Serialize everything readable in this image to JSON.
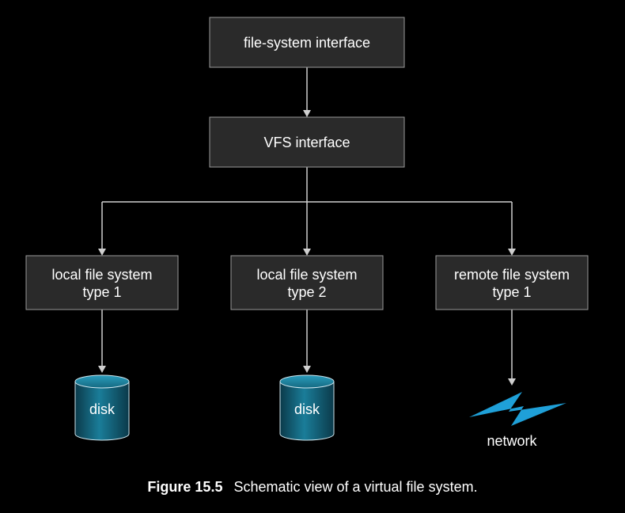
{
  "boxes": {
    "fs_interface": {
      "lines": [
        "file-system interface"
      ]
    },
    "vfs_interface": {
      "lines": [
        "VFS interface"
      ]
    },
    "local_fs_1": {
      "lines": [
        "local file system",
        "type 1"
      ]
    },
    "local_fs_2": {
      "lines": [
        "local file system",
        "type 2"
      ]
    },
    "remote_fs_1": {
      "lines": [
        "remote file system",
        "type 1"
      ]
    }
  },
  "disks": [
    {
      "label": "disk"
    },
    {
      "label": "disk"
    }
  ],
  "network": {
    "label": "network",
    "icon": "lightning-bolt-icon"
  },
  "caption": {
    "label": "Figure 15.5",
    "text": "Schematic view of a virtual file system."
  },
  "colors": {
    "background": "#000000",
    "box_fill": "#2a2a2a",
    "box_border": "#9a9a9a",
    "connector": "#cfcfcf",
    "disk_fill": "#1a7d99",
    "network_bolt": "#1fa0d8"
  }
}
